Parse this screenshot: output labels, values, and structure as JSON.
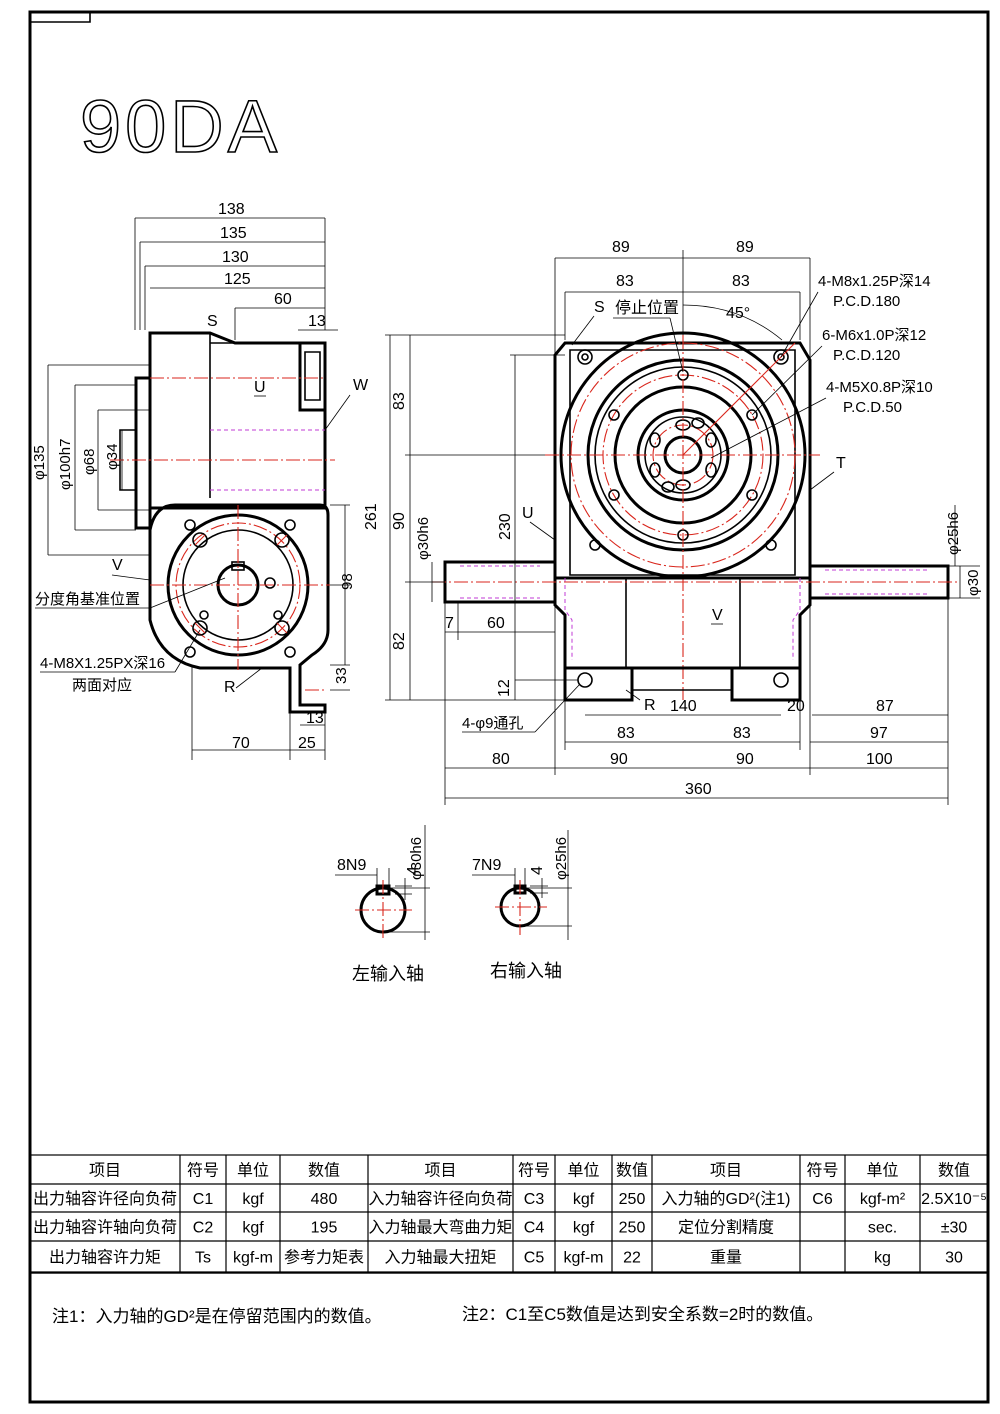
{
  "drawing": {
    "model": "90DA",
    "side_view": {
      "dims_top": [
        "138",
        "135",
        "130",
        "125",
        "60",
        "13"
      ],
      "dims_left": [
        "φ135",
        "φ100h7",
        "φ68",
        "φ34"
      ],
      "dims_right": [
        "261",
        "98",
        "33"
      ],
      "dims_bottom": [
        "70",
        "25",
        "13"
      ],
      "letters": [
        "S",
        "U",
        "W",
        "V",
        "R"
      ],
      "callouts": {
        "index_ref": "分度角基准位置",
        "tap_holes": "4-M8X1.25PX深16",
        "tap_holes_note": "两面对应"
      }
    },
    "front_view": {
      "dims_top": [
        "89",
        "89",
        "83",
        "83"
      ],
      "angle": "45°",
      "stop_position": "停止位置",
      "letters": [
        "S",
        "T",
        "U",
        "V",
        "R"
      ],
      "callouts": [
        {
          "text": "4-M8x1.25P深14",
          "pcd": "P.C.D.180"
        },
        {
          "text": "6-M6x1.0P深12",
          "pcd": "P.C.D.120"
        },
        {
          "text": "4-M5X0.8P深10",
          "pcd": "P.C.D.50"
        }
      ],
      "dims_vertical": [
        "83",
        "90",
        "82",
        "230",
        "φ30h6",
        "12",
        "φ25h6",
        "φ30"
      ],
      "dims_horizontal": [
        "7",
        "60",
        "140",
        "20",
        "87",
        "83",
        "83",
        "97",
        "80",
        "90",
        "90",
        "100",
        "360"
      ],
      "mount_holes": "4-φ9通孔"
    },
    "shaft_sections": [
      {
        "key": "8N9",
        "depth": "4",
        "dia": "φ30h6",
        "caption": "左输入轴"
      },
      {
        "key": "7N9",
        "depth": "4",
        "dia": "φ25h6",
        "caption": "右输入轴"
      }
    ]
  },
  "spec_table": {
    "headers": [
      "项目",
      "符号",
      "单位",
      "数值",
      "项目",
      "符号",
      "单位",
      "数值",
      "项目",
      "符号",
      "单位",
      "数值"
    ],
    "rows": [
      [
        "出力轴容许径向负荷",
        "C1",
        "kgf",
        "480",
        "入力轴容许径向负荷",
        "C3",
        "kgf",
        "250",
        "入力轴的GD²(注1)",
        "C6",
        "kgf-m²",
        "2.5X10⁻⁵"
      ],
      [
        "出力轴容许轴向负荷",
        "C2",
        "kgf",
        "195",
        "入力轴最大弯曲力矩",
        "C4",
        "kgf",
        "250",
        "定位分割精度",
        "",
        "sec.",
        "±30"
      ],
      [
        "出力轴容许力矩",
        "Ts",
        "kgf-m",
        "参考力矩表",
        "入力轴最大扭矩",
        "C5",
        "kgf-m",
        "22",
        "重量",
        "",
        "kg",
        "30"
      ]
    ]
  },
  "notes": {
    "note1": "注1：入力轴的GD²是在停留范围内的数值。",
    "note2": "注2：C1至C5数值是达到安全系数=2时的数值。"
  }
}
